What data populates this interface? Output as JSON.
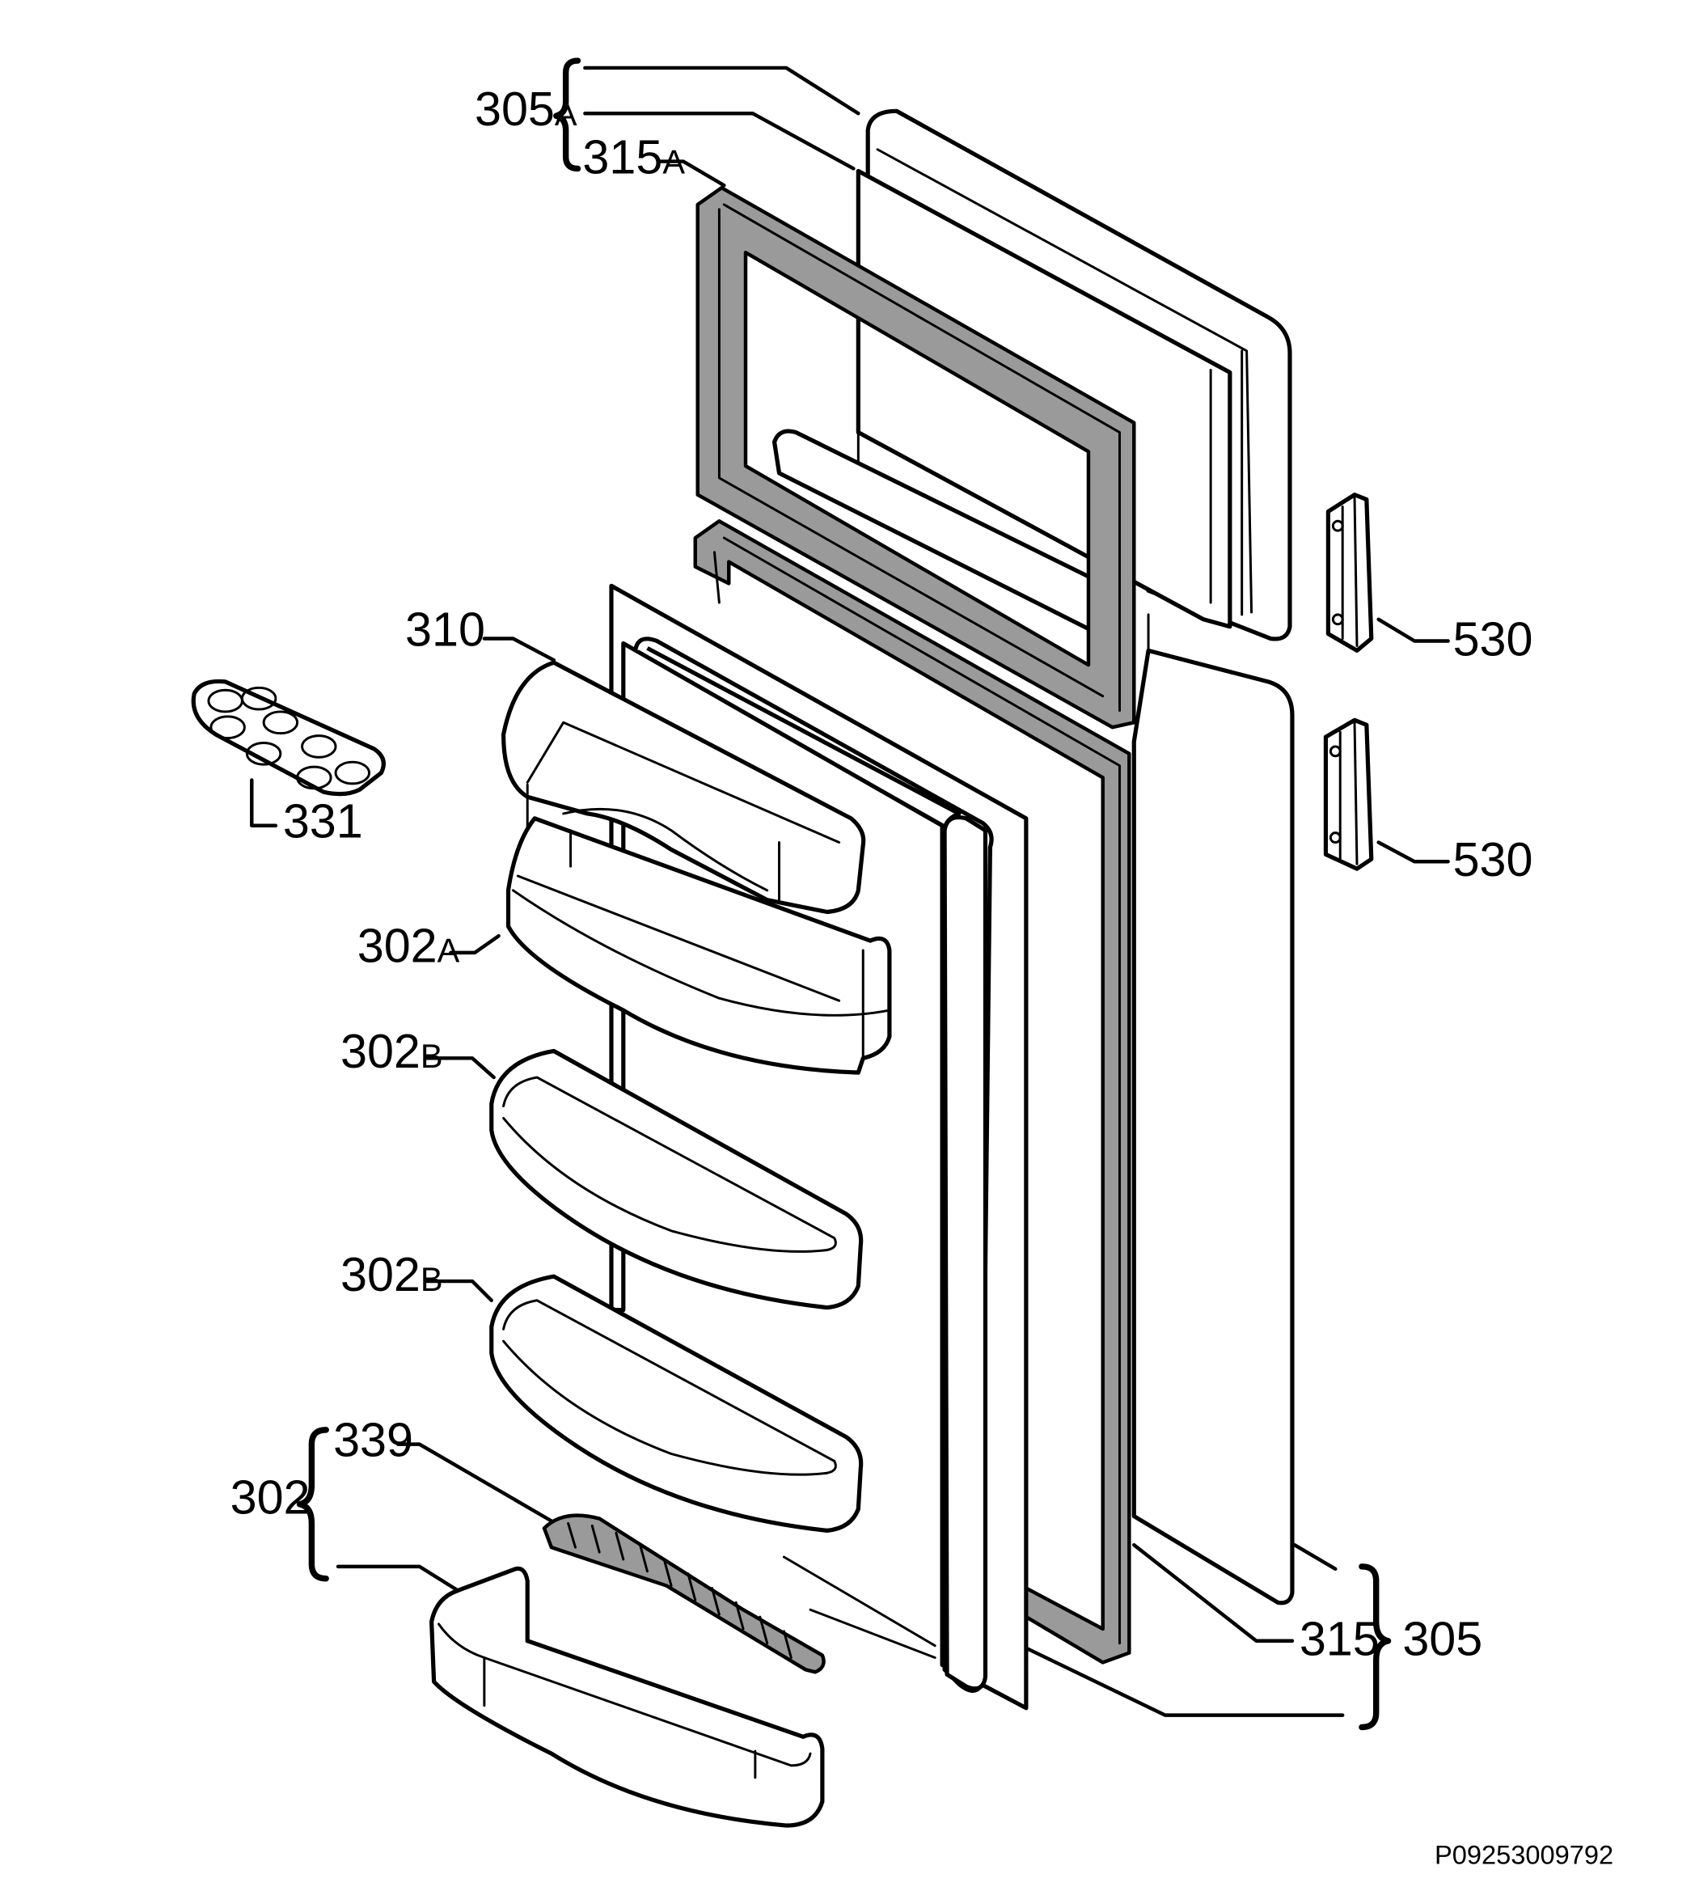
{
  "labels": {
    "l305a": {
      "num": "305",
      "suffix": "A"
    },
    "l315a": {
      "num": "315",
      "suffix": "A"
    },
    "l310": {
      "num": "310",
      "suffix": ""
    },
    "l331": {
      "num": "331",
      "suffix": ""
    },
    "l302a": {
      "num": "302",
      "suffix": "A"
    },
    "l302b1": {
      "num": "302",
      "suffix": "B"
    },
    "l302b2": {
      "num": "302",
      "suffix": "B"
    },
    "l339": {
      "num": "339",
      "suffix": ""
    },
    "l302": {
      "num": "302",
      "suffix": ""
    },
    "l530a": {
      "num": "530",
      "suffix": ""
    },
    "l530b": {
      "num": "530",
      "suffix": ""
    },
    "l315": {
      "num": "315",
      "suffix": ""
    },
    "l305": {
      "num": "305",
      "suffix": ""
    }
  },
  "reference_code": "P09253009792"
}
